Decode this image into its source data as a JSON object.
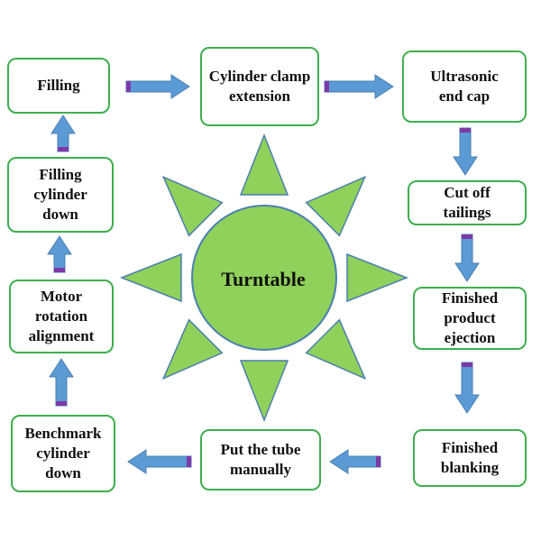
{
  "center": {
    "label": "Turntable"
  },
  "steps": {
    "filling": "Filling",
    "cylinder_clamp_extension": "Cylinder clamp\nextension",
    "ultrasonic_end_cap": "Ultrasonic\nend cap",
    "cut_off_tailings": "Cut off\ntailings",
    "finished_product_ejection": "Finished\nproduct\nejection",
    "finished_blanking": "Finished\nblanking",
    "put_the_tube_manually": "Put the tube\nmanually",
    "benchmark_cylinder_down": "Benchmark\ncylinder\ndown",
    "motor_rotation_alignment": "Motor\nrotation\nalignment",
    "filling_cylinder_down": "Filling\ncylinder\ndown"
  },
  "colors": {
    "box_border": "#3fae4f",
    "sun_fill": "#8fd15a",
    "sun_stroke": "#4a7fb0",
    "arrow_fill": "#5b9bd5",
    "arrow_tail": "#7b3aa8"
  }
}
